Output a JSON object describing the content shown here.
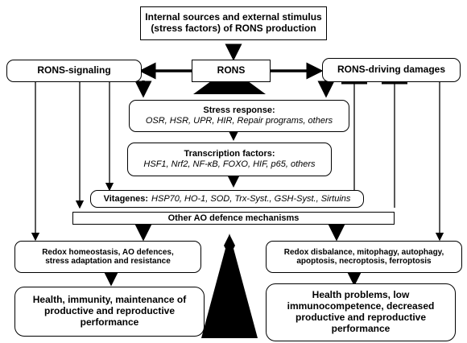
{
  "source": {
    "line1": "Internal sources and external stimulus",
    "line2": "(stress factors) of RONS production"
  },
  "rons": "RONS",
  "signaling": "RONS-signaling",
  "damages": "RONS-driving damages",
  "stress": {
    "title": "Stress response:",
    "items": "OSR, HSR, UPR, HIR, Repair programs, others"
  },
  "tf": {
    "title": "Transcription factors:",
    "items": "HSF1, Nrf2, NF-κB, FOXO, HIF, p65, others"
  },
  "vitagenes": {
    "title": "Vitagenes:",
    "items": "HSP70, HO-1, SOD, Trx-Syst., GSH-Syst., Sirtuins"
  },
  "ao": "Other AO defence mechanisms",
  "redox_left": {
    "line1": "Redox homeostasis, AO defences,",
    "line2": "stress adaptation and resistance"
  },
  "redox_right": {
    "line1": "Redox disbalance, mitophagy, autophagy,",
    "line2": "apoptosis, necroptosis, ferroptosis"
  },
  "health_left": {
    "line1": "Health, immunity, maintenance of",
    "line2": "productive and reproductive",
    "line3": "performance"
  },
  "health_right": {
    "line1": "Health problems, low",
    "line2": "immunocompetence, decreased",
    "line3": "productive and reproductive",
    "line4": "performance"
  }
}
